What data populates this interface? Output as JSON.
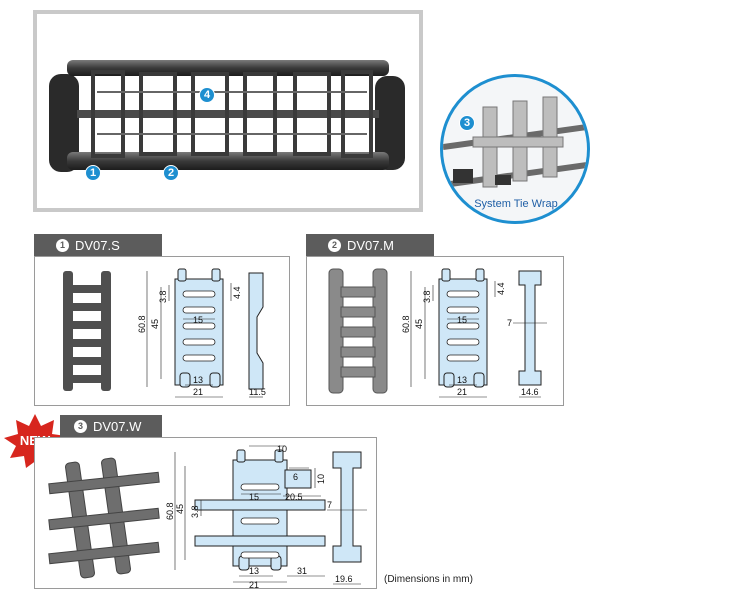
{
  "hero": {
    "callouts": [
      "1",
      "2",
      "4"
    ]
  },
  "inset": {
    "callout": "3",
    "label": "System Tie Wrap"
  },
  "sections": [
    {
      "num": "1",
      "title": "DV07.S",
      "dims": {
        "h_total": "60.8",
        "h_inner": "45",
        "top_off": "3.8",
        "top_right": "4.4",
        "bar": "15",
        "inner_w": "13",
        "outer_w": "21",
        "side_w": "11.5"
      }
    },
    {
      "num": "2",
      "title": "DV07.M",
      "dims": {
        "h_total": "60.8",
        "h_inner": "45",
        "top_off": "3.8",
        "top_right": "4.4",
        "bar": "15",
        "inner_w": "13",
        "outer_w": "21",
        "side_w": "14.6",
        "web": "7"
      }
    },
    {
      "num": "3",
      "title": "DV07.W",
      "badge": "NEW",
      "dims": {
        "top": "10",
        "tab_w": "6",
        "tab_h": "10",
        "h_total": "60.8",
        "h_inner": "45",
        "bar": "15",
        "arm": "20.5",
        "off": "3.8",
        "inner_w": "13",
        "outer_w": "21",
        "side": "31",
        "side_w": "19.6",
        "web": "7"
      }
    }
  ],
  "footnote": "(Dimensions in mm)",
  "colors": {
    "accent": "#1e8fd0",
    "part_fill": "#cfe7f7",
    "tab_bg": "#5c5c5c",
    "new_red": "#d7261e"
  }
}
